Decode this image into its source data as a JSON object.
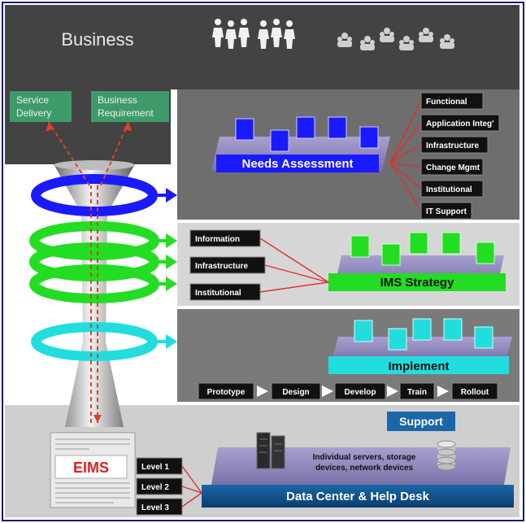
{
  "header": {
    "title": "Business"
  },
  "top_boxes": {
    "service_delivery": [
      "Service",
      "Delivery"
    ],
    "business_requirement": [
      "Business",
      "Requirement"
    ]
  },
  "needs": {
    "title": "Needs Assessment",
    "items": [
      "Functional",
      "Application Integ'",
      "Infrastructure",
      "Change Mgmt",
      "Institutional",
      "IT Support"
    ]
  },
  "ims": {
    "title": "IMS Strategy",
    "items": [
      "Information",
      "Infrastructure",
      "Institutional"
    ]
  },
  "implement": {
    "title": "Implement",
    "steps": [
      "Prototype",
      "Design",
      "Develop",
      "Train",
      "Rollout"
    ]
  },
  "support": {
    "title": "Support",
    "eims_label": "EIMS",
    "levels": [
      "Level 1",
      "Level 2",
      "Level 3"
    ],
    "devices_text": [
      "Individual servers, storage",
      "devices, network devices"
    ],
    "base_title": "Data Center & Help Desk"
  },
  "colors": {
    "blue": "#1a1aff",
    "green": "#22dd22",
    "cyan": "#22dddd",
    "dark_panel": "#444444",
    "box_green": "#3f9a6a",
    "base_blue": "#0e4f86"
  },
  "icons": [
    "people-group-icon",
    "network-people-icon",
    "server-rack-icon",
    "database-stack-icon",
    "newspaper-icon"
  ]
}
